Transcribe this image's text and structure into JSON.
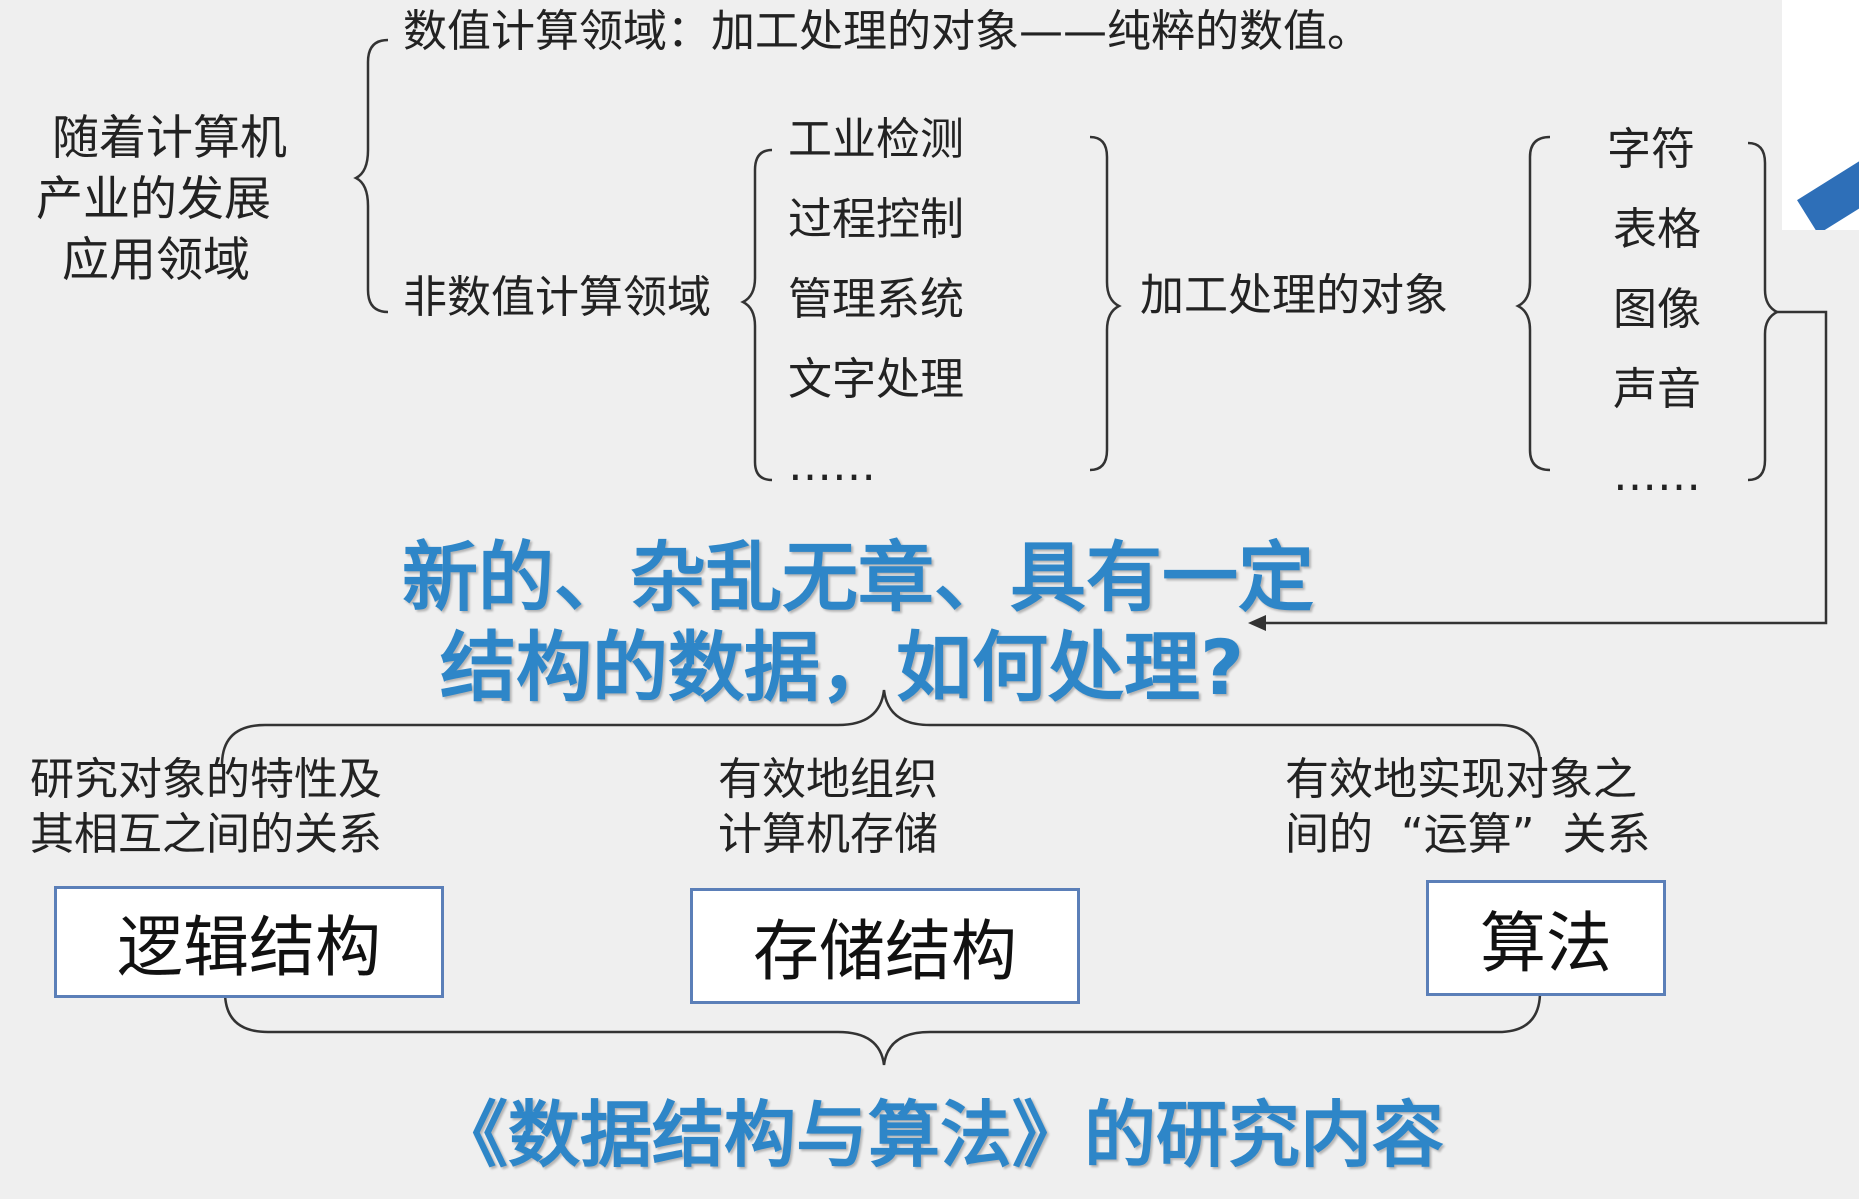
{
  "numeric_domain": "数值计算领域：加工处理的对象——纯粹的数值。",
  "title_lines": [
    "随着计算机",
    "产业的发展",
    "应用领域"
  ],
  "non_numeric_domain": "非数值计算领域",
  "apps": [
    "工业检测",
    "过程控制",
    "管理系统",
    "文字处理",
    "……"
  ],
  "process_object": "加工处理的对象",
  "object_types": [
    "字符",
    "表格",
    "图像",
    "声音",
    "……"
  ],
  "question_lines": [
    "新的、杂乱无章、具有一定",
    "结构的数据，如何处理?"
  ],
  "aspects": [
    {
      "desc": [
        "研究对象的特性及",
        "其相互之间的关系"
      ],
      "box": "逻辑结构"
    },
    {
      "desc": [
        "有效地组织",
        "计算机存储"
      ],
      "box": "存储结构"
    },
    {
      "desc": [
        "有效地实现对象之",
        "间的  “运算”  关系"
      ],
      "box": "算法"
    }
  ],
  "conclusion": "《数据结构与算法》的研究内容",
  "colors": {
    "accent_blue": "#2e86c8",
    "box_border": "#5b7fb8",
    "background": "#efefef"
  }
}
